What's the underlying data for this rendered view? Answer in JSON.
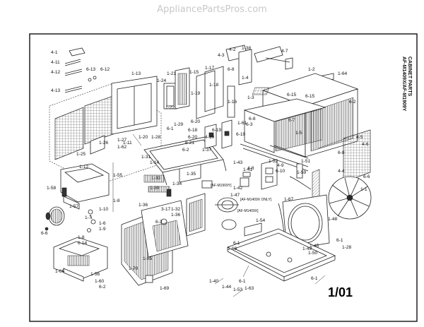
{
  "watermark": "AppliancePartsPros.com",
  "title_lines": [
    "CABINET PARTS",
    "AF-M1409X/AF-M1909Y"
  ],
  "page_number": "1/01",
  "notes": {
    "m1909y": "[AF-M1909Y]",
    "m1409x": "[AF-M1409X]",
    "m1409x_only": "[AF-M1409X ONLY]"
  },
  "callouts": [
    "4-1",
    "4-11",
    "4-12",
    "4-13",
    "6-13",
    "6-12",
    "1-13",
    "1-21",
    "1-24",
    "1-15",
    "1-17",
    "1-19",
    "1-22",
    "1-18",
    "1-16",
    "4-3",
    "4-2",
    "1-38",
    "1-4",
    "4-7",
    "6-8",
    "1-2",
    "1-64",
    "6-15",
    "6-15",
    "6-2",
    "1-3",
    "6-8",
    "6-3",
    "1-61",
    "6-7",
    "1-5",
    "1-26",
    "1-62",
    "1-27",
    "1-25",
    "1-29",
    "6-1",
    "1-20",
    "1-28",
    "1-11",
    "1-31",
    "1-14",
    "6-20",
    "6-18",
    "6-19",
    "4-10",
    "6-19",
    "6-20",
    "6-21",
    "6-2",
    "1-12",
    "1-55",
    "1-58",
    "1-57",
    "1-8",
    "1-10",
    "1-6",
    "1-9",
    "6-6",
    "1-7",
    "1-8",
    "6-14",
    "1-33",
    "1-30",
    "1-34",
    "1-35",
    "1-36",
    "1-32",
    "1-36",
    "1-37",
    "1-47",
    "1-42",
    "1-41",
    "1-43",
    "4-8",
    "4-9",
    "6-10",
    "1-52",
    "1-59",
    "1-54",
    "1-67",
    "1-51",
    "4-4",
    "4-5",
    "4-6",
    "6-8",
    "6-6",
    "1-1",
    "6-3",
    "3-17",
    "1-70",
    "1-65",
    "1-69",
    "1-66",
    "1-56",
    "1-60",
    "6-2",
    "6-1",
    "1-60",
    "1-53",
    "1-49",
    "1-50",
    "1-45",
    "1-48",
    "6-1",
    "1-28",
    "6-1",
    "1-40",
    "1-44",
    "6-1",
    "1-63"
  ]
}
